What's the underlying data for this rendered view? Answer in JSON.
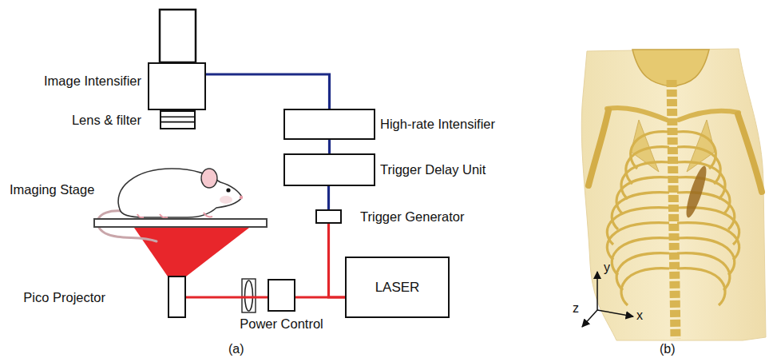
{
  "diagram": {
    "nodes": [
      {
        "text": [
          "Image Intensifier"
        ]
      },
      {
        "text": [
          "Lens & filter"
        ]
      },
      {
        "text": [
          "High-rate Intensifier"
        ]
      },
      {
        "text": [
          "Trigger Delay Unit"
        ]
      },
      {
        "text": [
          "Imaging Stage"
        ]
      },
      {
        "text": [
          "Trigger Generator"
        ]
      },
      {
        "text": [
          "Pico Projector"
        ]
      },
      {
        "text": [
          "Power Control"
        ]
      },
      {
        "text": [
          "LASER"
        ]
      }
    ],
    "edges": [
      {
        "from": 0,
        "to": 2,
        "arrow": "none"
      },
      {
        "from": 2,
        "to": 3,
        "arrow": "none"
      },
      {
        "from": 3,
        "to": 5,
        "arrow": "none"
      },
      {
        "from": 5,
        "to": 8,
        "arrow": "none"
      },
      {
        "from": 8,
        "to": 7,
        "arrow": "none"
      },
      {
        "from": 7,
        "to": 6,
        "arrow": "none"
      }
    ],
    "labels": [
      "y",
      "z",
      "x",
      "(a)",
      "(b)"
    ]
  }
}
